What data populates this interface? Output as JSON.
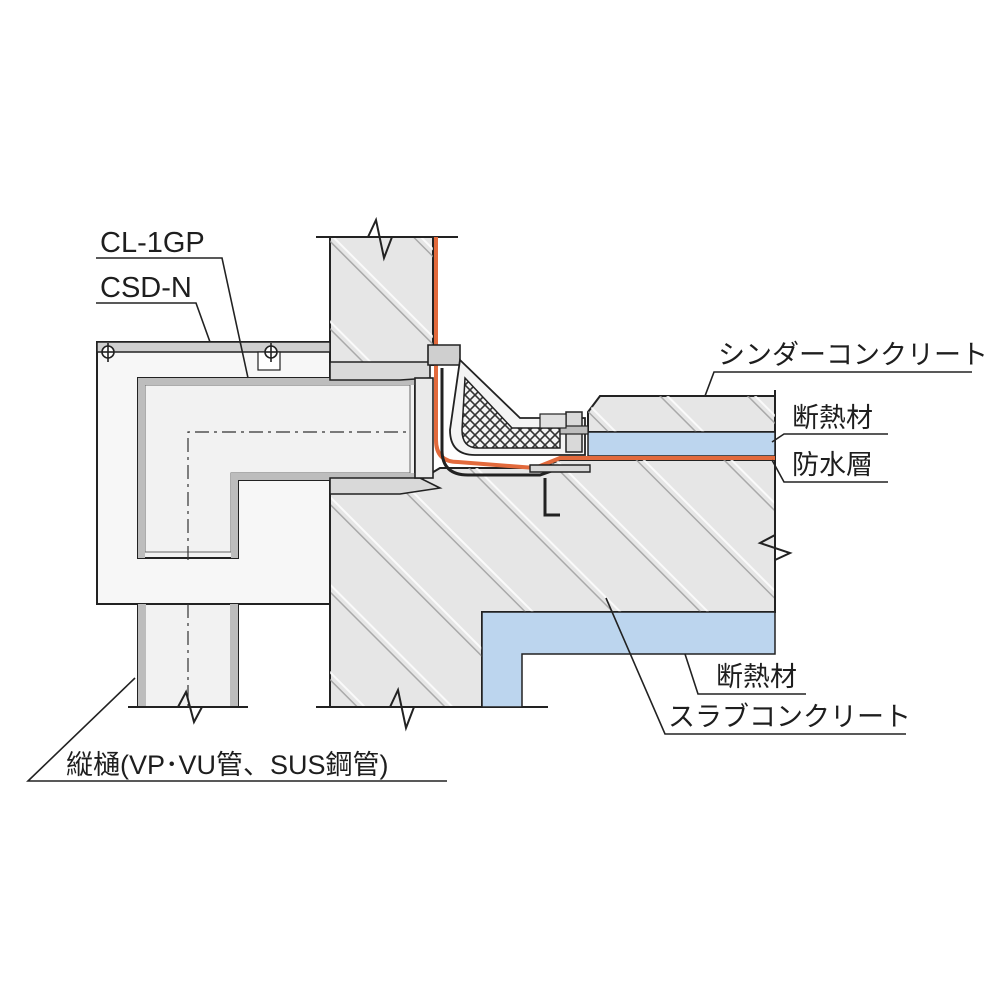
{
  "labels": {
    "cl1gp": "CL-1GP",
    "csdn": "CSD-N",
    "cinder_concrete": "シンダーコンクリート",
    "insulation_upper": "断熱材",
    "waterproof_layer": "防水層",
    "insulation_lower": "断熱材",
    "slab_concrete": "スラブコンクリート",
    "downpipe": "縦樋(VP･VU管、SUS鋼管)"
  },
  "colors": {
    "concrete": "#e6e6e6",
    "insulation": "#bcd5ee",
    "waterproof": "#e26a3c",
    "line": "#222222",
    "pipe_fill": "#f2f2f2",
    "box_fill": "#f7f7f7"
  }
}
